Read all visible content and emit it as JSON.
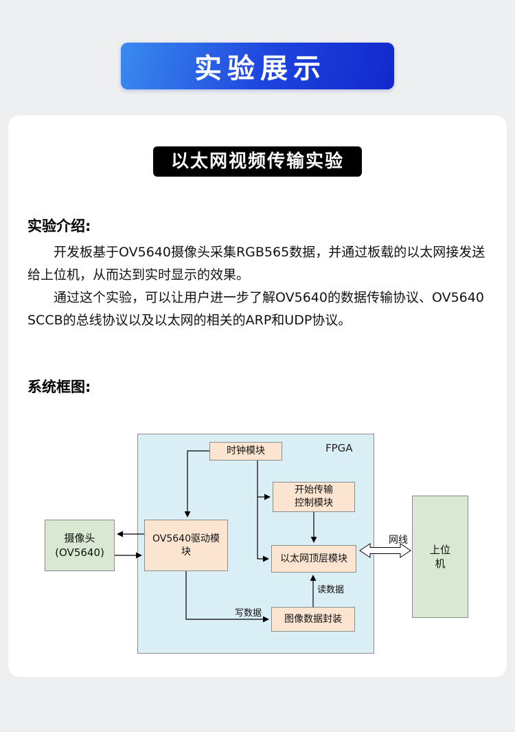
{
  "banner": {
    "title": "实验展示"
  },
  "card": {
    "section_badge": "以太网视频传输实验",
    "intro_heading": "实验介绍:",
    "intro_p1": "开发板基于OV5640摄像头采集RGB565数据，并通过板载的以太网接发送给上位机，从而达到实时显示的效果。",
    "intro_p2": "通过这个实验，可以让用户进一步了解OV5640的数据传输协议、OV5640 SCCB的总线协议以及以太网的相关的ARP和UDP协议。",
    "diagram_heading": "系统框图:"
  },
  "diagram": {
    "fpga_label": "FPGA",
    "camera": "摄像头\n(OV5640)",
    "clock_module": "时钟模块",
    "driver_module": "OV5640驱动模\n块",
    "start_ctrl_module": "开始传输\n控制模块",
    "eth_top_module": "以太网顶层模块",
    "img_pack_module": "图像数据封装",
    "host": "上位\n机",
    "cable_label": "网线",
    "read_label": "读数据",
    "write_label": "写数据"
  },
  "colors": {
    "banner_gradient_start": "#3a8bf0",
    "banner_gradient_end": "#1229cc",
    "badge_bg": "#000000",
    "fpga_bg": "#daeef5",
    "module_bg": "#fbe5d1",
    "io_bg": "#d9e8d2"
  }
}
